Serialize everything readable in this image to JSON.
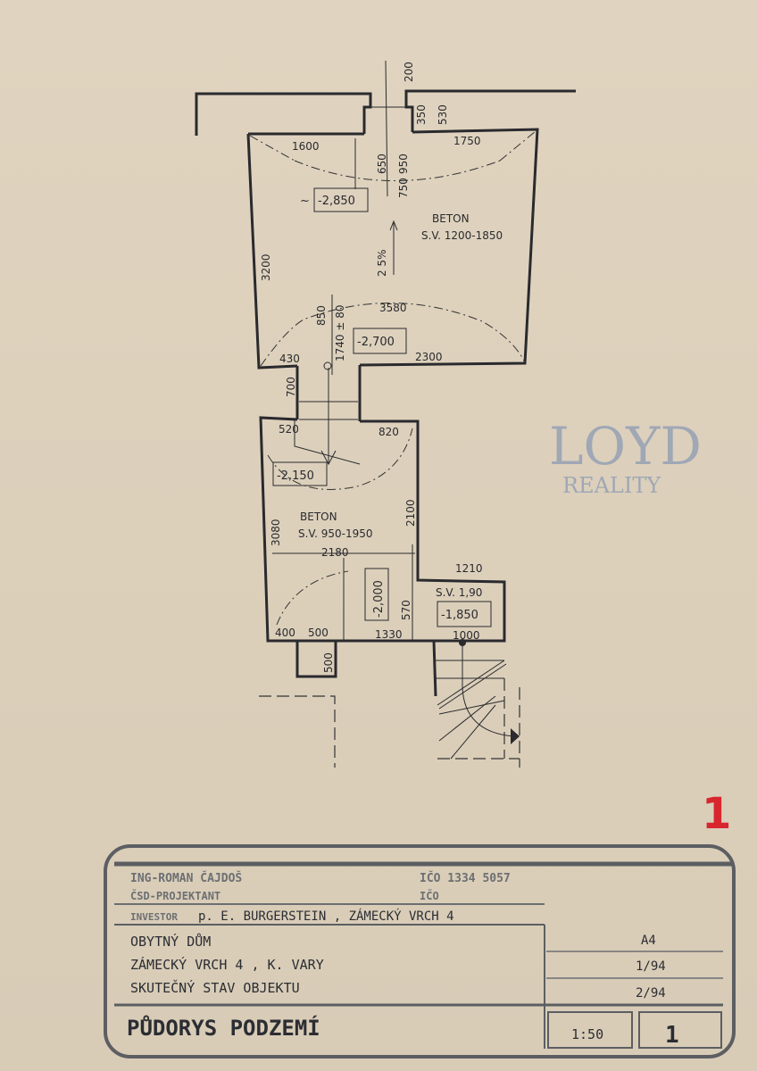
{
  "plan": {
    "upper_room": {
      "level_main": "-2,850",
      "level_approx": "~",
      "level_lower": "-2,700",
      "material": "BETON",
      "height_range": "S.V. 1200-1850",
      "slope": "2 5%",
      "dims": [
        "1600",
        "1750",
        "650",
        "950",
        "750",
        "3200",
        "3580",
        "430",
        "2300",
        "850",
        "1740 ± 80",
        "200",
        "350",
        "530"
      ]
    },
    "corridor": {
      "dim": "700"
    },
    "lower_room": {
      "level": "-2,150",
      "level_mid": "-2,000",
      "material": "BETON",
      "height_range": "S.V. 950-1950",
      "dims": [
        "520",
        "820",
        "3080",
        "2180",
        "2100",
        "400",
        "500",
        "1330",
        "570",
        "500"
      ]
    },
    "side_room": {
      "height": "S.V. 1,90",
      "level": "-1,850",
      "dims": [
        "1210",
        "1000"
      ]
    },
    "sheet_marker": "1"
  },
  "watermark": {
    "brand": "LOYD",
    "sub": "REALITY"
  },
  "title_block": {
    "company": "ING-ROMAN ČAJDOŠ",
    "company_ico": "IČO 1334 5057",
    "role": "ČSD-PROJEKTANT",
    "role_ico": "IČO",
    "investor_label": "INVESTOR",
    "investor": "p. E. BURGERSTEIN , ZÁMECKÝ VRCH 4",
    "line1": "OBYTNÝ DŮM",
    "line2": "ZÁMECKÝ VRCH 4 , K. VARY",
    "line3": "SKUTEČNÝ STAV OBJEKTU",
    "format": "A4",
    "date1": "1/94",
    "date2": "2/94",
    "drawing_title": "PŮDORYS PODZEMÍ",
    "scale": "1:50",
    "sheet_number": "1"
  }
}
